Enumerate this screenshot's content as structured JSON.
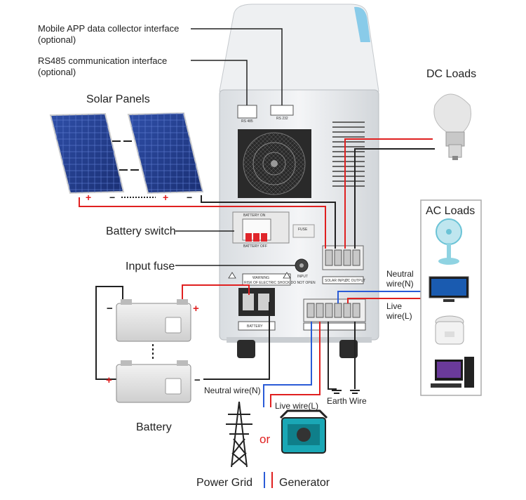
{
  "labels": {
    "mobile_app_line1": "Mobile APP data collector interface",
    "mobile_app_line2": "(optional)",
    "rs485_line1": "RS485 communication interface",
    "rs485_line2": "(optional)",
    "solar_panels": "Solar Panels",
    "dc_loads": "DC Loads",
    "ac_loads": "AC Loads",
    "battery_switch": "Battery switch",
    "input_fuse": "Input fuse",
    "battery": "Battery",
    "neutral_wire_n_line1": "Neutral",
    "neutral_wire_n_line2": "wire(N)",
    "live_wire_l_line1": "Live",
    "live_wire_l_line2": "wire(L)",
    "neutral_wire_bottom": "Neutral wire(N)",
    "live_wire_bottom": "Live wire(L)",
    "earth_wire": "Earth Wire",
    "or": "or",
    "power_grid": "Power Grid",
    "generator": "Generator"
  },
  "polarity": {
    "plus": "+",
    "minus": "−"
  },
  "unit_text": {
    "battery_on": "BATTERY ON",
    "battery_off": "BATTERY OFF",
    "fuse": "FUSE",
    "input": "INPUT",
    "battery_terminal": "BATTERY",
    "solar_input": "SOLAR INPUT",
    "dc_output": "DC OUTPUT",
    "rs485_port": "RS 485",
    "rs232_port": "RS 232",
    "warning": "WARNING",
    "warning_sub": "RISK OF ELECTRIC SHOCK DO NOT OPEN"
  },
  "colors": {
    "positive_wire": "#e02020",
    "negative_wire": "#222222",
    "neutral_wire": "#2a5bd7",
    "ac_loads_border": "#aaaaaa"
  }
}
